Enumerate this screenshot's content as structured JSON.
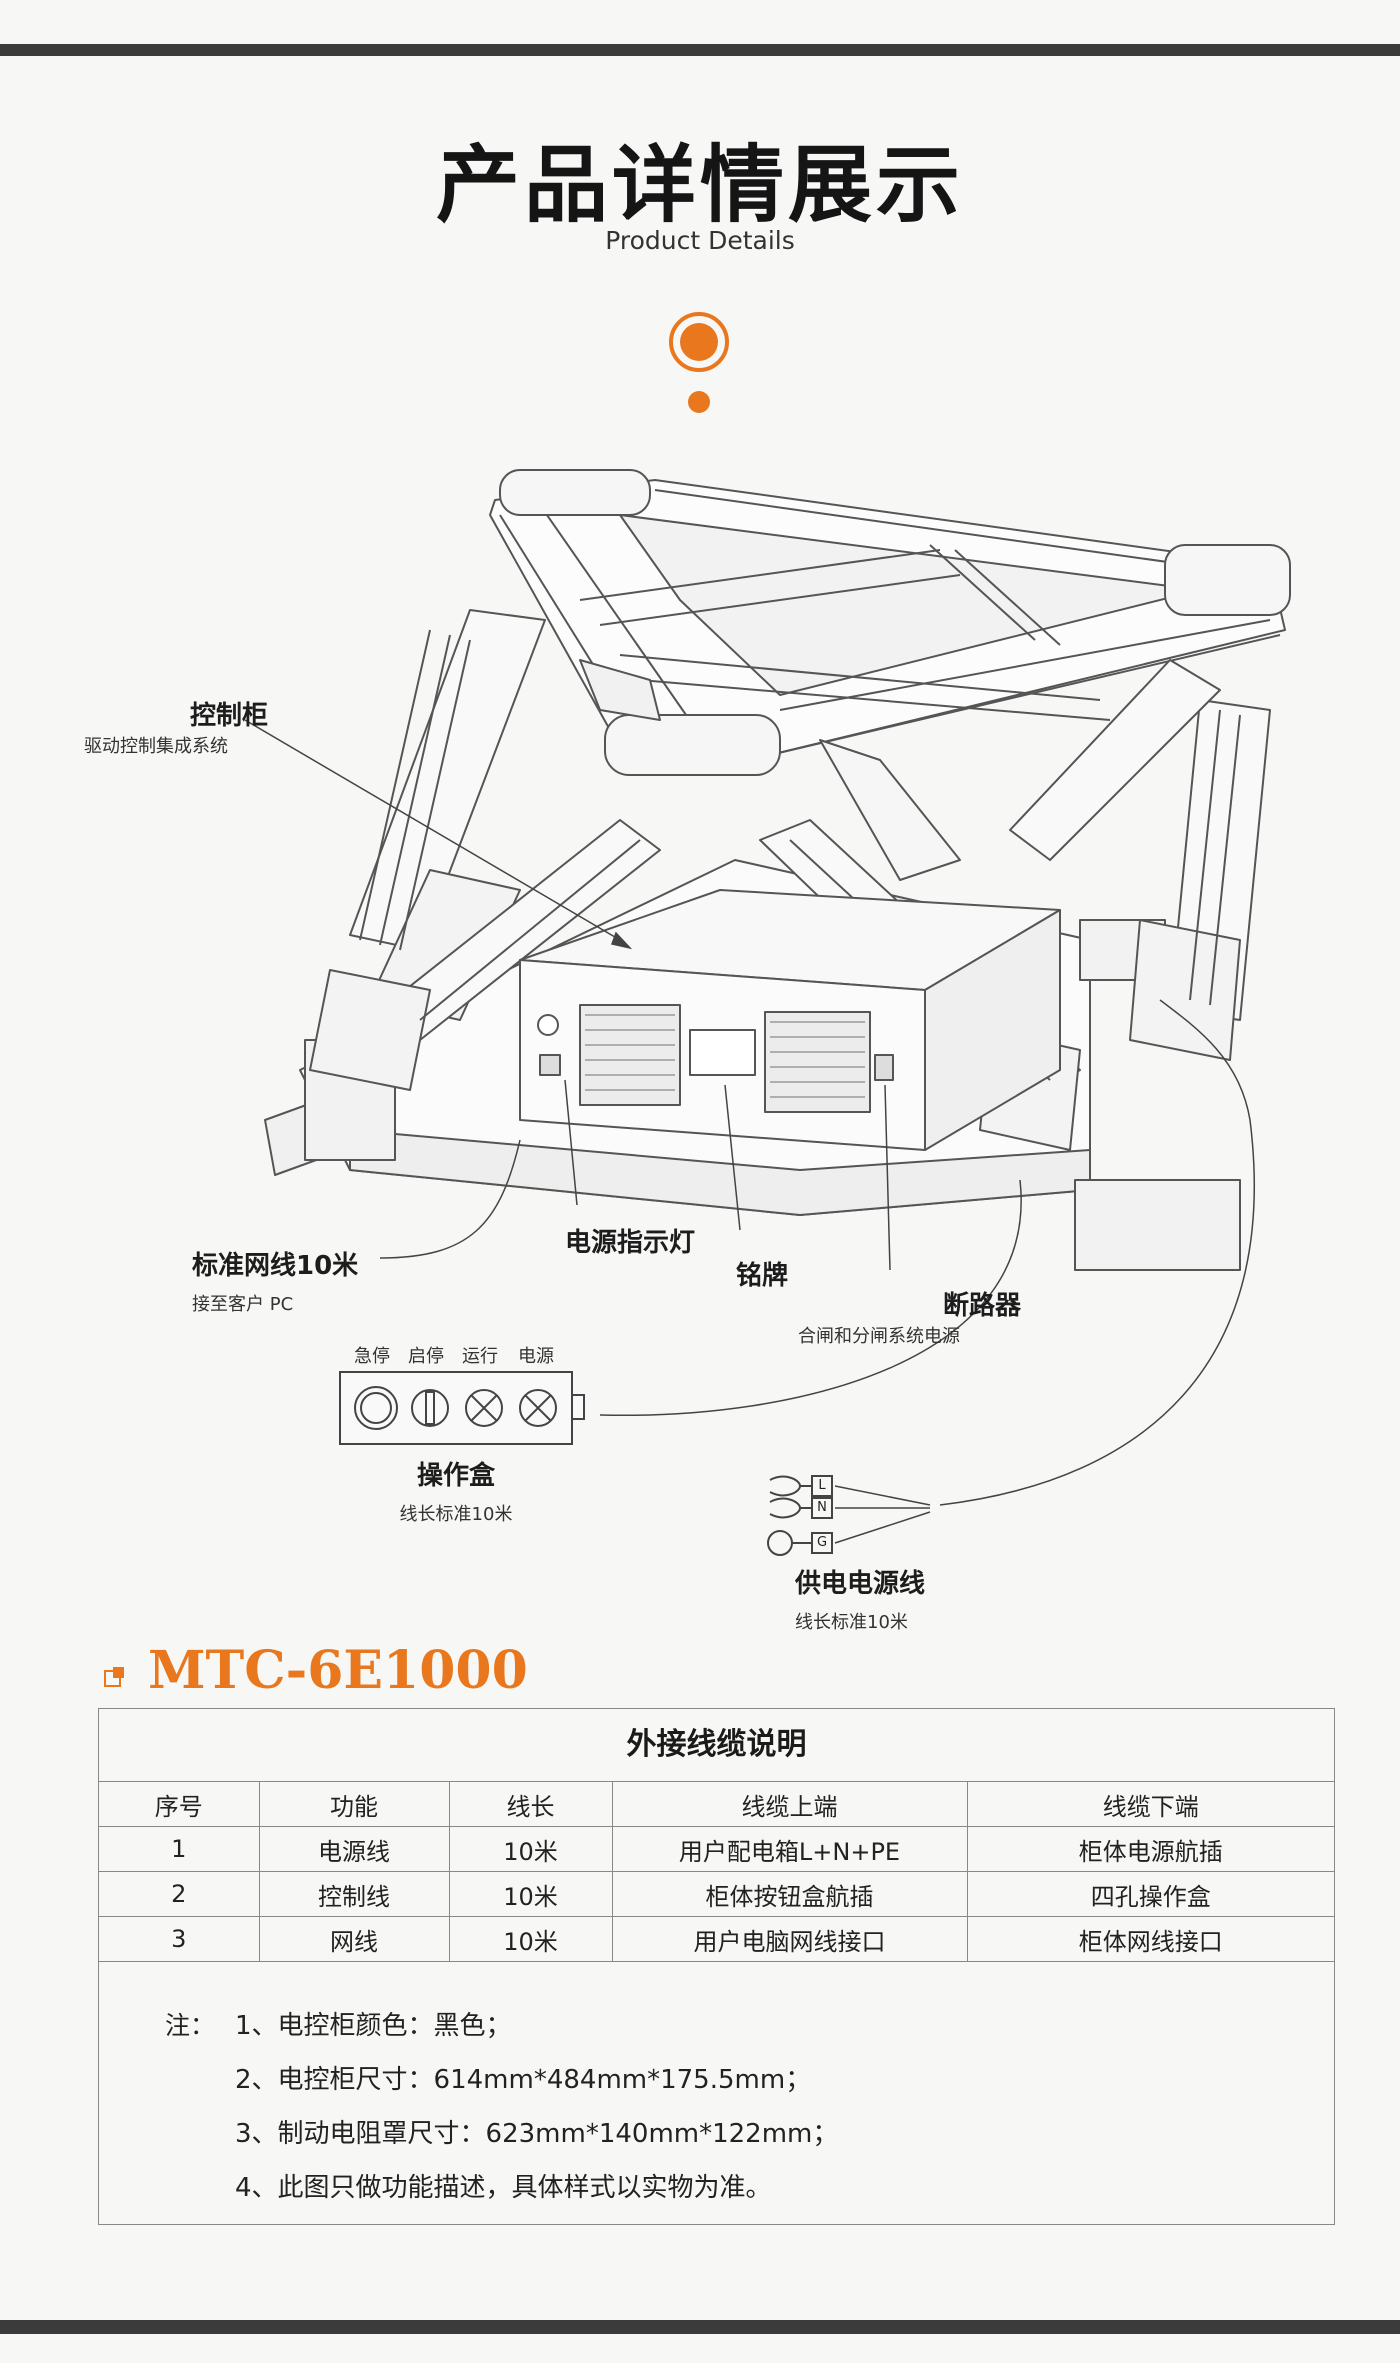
{
  "header": {
    "title": "产品详情展示",
    "subtitle": "Product Details"
  },
  "colors": {
    "accent": "#e8771e",
    "dark_bar": "#3b3b3b",
    "line": "#555555",
    "table_border": "#888888"
  },
  "callouts": {
    "control_cabinet": {
      "title": "控制柜",
      "desc": "驱动控制集成系统"
    },
    "network_cable": {
      "title": "标准网线10米",
      "desc": "接至客户 PC"
    },
    "power_indicator": {
      "title": "电源指示灯"
    },
    "nameplate": {
      "title": "铭牌"
    },
    "breaker": {
      "title": "断路器",
      "desc": "合闸和分闸系统电源"
    },
    "operation_box": {
      "title": "操作盒",
      "desc": "线长标准10米",
      "buttons": [
        "急停",
        "启停",
        "运行",
        "电源"
      ]
    },
    "power_cable": {
      "title": "供电电源线",
      "desc": "线长标准10米",
      "terminals": [
        "L",
        "N",
        "G"
      ]
    }
  },
  "model": "MTC-6E1000",
  "spec_table": {
    "title": "外接线缆说明",
    "headers": [
      "序号",
      "功能",
      "线长",
      "线缆上端",
      "线缆下端"
    ],
    "rows": [
      [
        "1",
        "电源线",
        "10米",
        "用户配电箱L+N+PE",
        "柜体电源航插"
      ],
      [
        "2",
        "控制线",
        "10米",
        "柜体按钮盒航插",
        "四孔操作盒"
      ],
      [
        "3",
        "网线",
        "10米",
        "用户电脑网线接口",
        "柜体网线接口"
      ]
    ],
    "note_label": "注：",
    "notes": [
      "1、电控柜颜色：黑色；",
      "2、电控柜尺寸：614mm*484mm*175.5mm；",
      "3、制动电阻罩尺寸：623mm*140mm*122mm；",
      "4、此图只做功能描述，具体样式以实物为准。"
    ]
  }
}
